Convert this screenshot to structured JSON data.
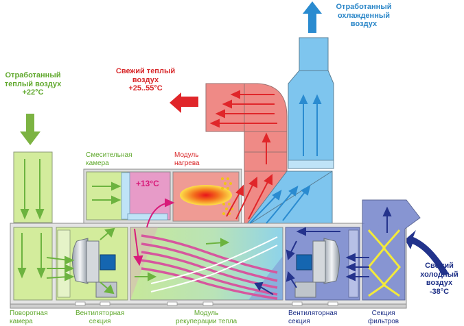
{
  "labels": {
    "exhaust_warm": [
      "Отработанный",
      "теплый воздух",
      "+22°C"
    ],
    "fresh_warm": [
      "Свежий теплый",
      "воздух",
      "+25..55°C"
    ],
    "exhaust_cooled": [
      "Отработанный",
      "охлажденный",
      "воздух"
    ],
    "fresh_cold": [
      "Свежий",
      "холодный",
      "воздух",
      "-38°C"
    ],
    "mixing_chamber": [
      "Смесительная",
      "камера"
    ],
    "heating_module": [
      "Модуль",
      "нагрева"
    ],
    "mix_temp": "+13°C",
    "rotary_chamber": [
      "Поворотная",
      "камера"
    ],
    "fan_section_left": [
      "Вентиляторная",
      "секция"
    ],
    "recuperation_module": [
      "Модуль",
      "рекуперации тепла"
    ],
    "fan_section_right": [
      "Вентиляторная",
      "секция"
    ],
    "filter_section": [
      "Секция",
      "фильтров"
    ]
  },
  "colors": {
    "green_text": "#5fa82c",
    "red_text": "#d8282a",
    "blue_text": "#2a86c8",
    "navy_text": "#1d2f86",
    "magenta_text": "#d81b7a",
    "green_fill": "#d3ec9c",
    "red_fill": "#ef8a86",
    "blue_fill": "#7ec5ee",
    "navy_fill": "#8795d2"
  }
}
